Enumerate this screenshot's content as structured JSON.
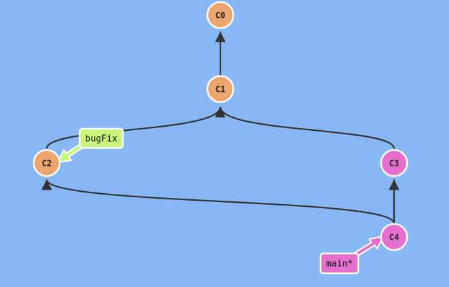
{
  "colors": {
    "background": "#88b7f5",
    "edge": "#333333",
    "node_stroke": "#ffffff",
    "commit_default": "#eda56e",
    "commit_main": "#e46fd0",
    "branch_bugfix": "#c8f57a",
    "branch_main": "#e46fd0"
  },
  "commits": [
    {
      "id": "C0",
      "color": "commit_default"
    },
    {
      "id": "C1",
      "color": "commit_default"
    },
    {
      "id": "C2",
      "color": "commit_default"
    },
    {
      "id": "C3",
      "color": "commit_main"
    },
    {
      "id": "C4",
      "color": "commit_main"
    }
  ],
  "edges": [
    {
      "from": "C1",
      "to": "C0"
    },
    {
      "from": "C2",
      "to": "C1"
    },
    {
      "from": "C3",
      "to": "C1"
    },
    {
      "from": "C4",
      "to": "C3"
    },
    {
      "from": "C4",
      "to": "C2"
    }
  ],
  "branches": [
    {
      "name": "bugFix",
      "target": "C2",
      "color": "branch_bugfix"
    },
    {
      "name": "main*",
      "target": "C4",
      "color": "branch_main"
    }
  ]
}
